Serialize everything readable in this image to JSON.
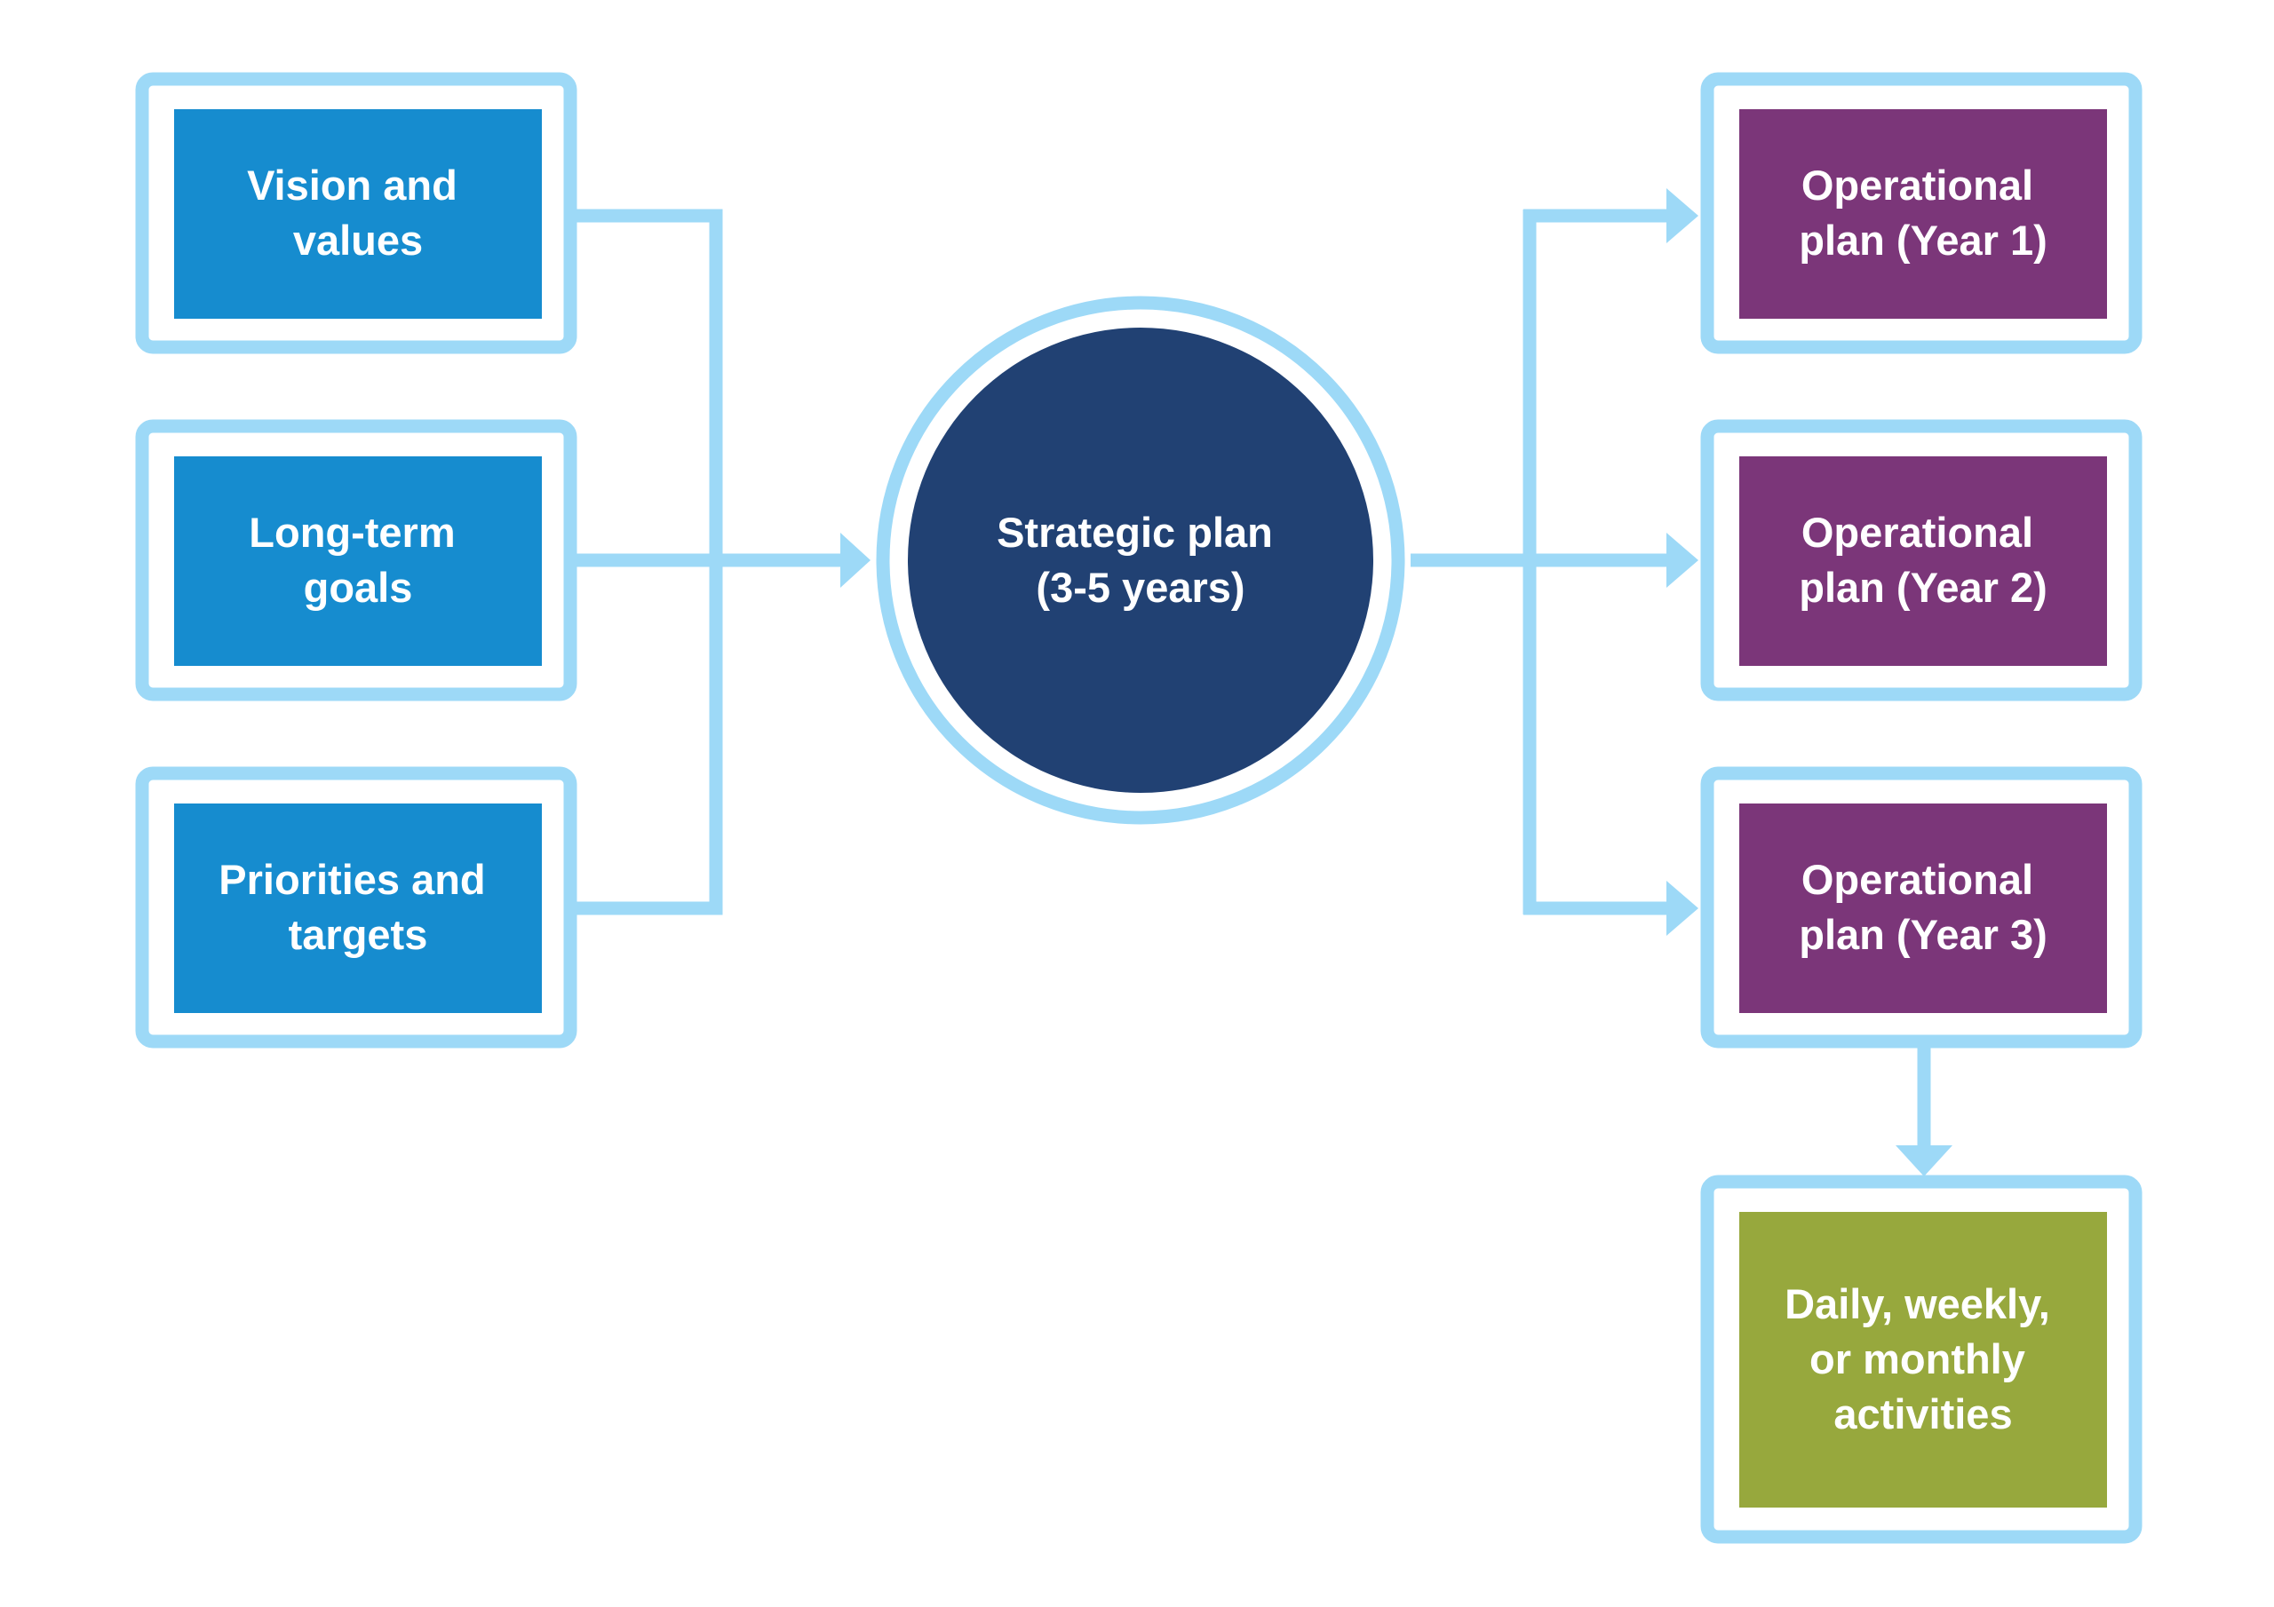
{
  "diagram": {
    "colors": {
      "outline": "#9dd9f7",
      "connector": "#9dd9f7",
      "input_box": "#168ccf",
      "strategic_circle": "#214173",
      "operational_box": "#7b3679",
      "activities_box": "#97a83d",
      "text": "#ffffff"
    },
    "inputs": [
      {
        "lines": [
          "Vision and",
          "values"
        ]
      },
      {
        "lines": [
          "Long-term",
          "goals"
        ]
      },
      {
        "lines": [
          "Priorities and",
          "targets"
        ]
      }
    ],
    "strategic_plan": {
      "lines": [
        "Strategic plan",
        "(3-5 years)"
      ]
    },
    "operational_plans": [
      {
        "lines": [
          "Operational",
          "plan (Year 1)"
        ]
      },
      {
        "lines": [
          "Operational",
          "plan (Year 2)"
        ]
      },
      {
        "lines": [
          "Operational",
          "plan (Year 3)"
        ]
      }
    ],
    "activities": {
      "lines": [
        "Daily, weekly,",
        "or monthly",
        "activities"
      ]
    }
  }
}
